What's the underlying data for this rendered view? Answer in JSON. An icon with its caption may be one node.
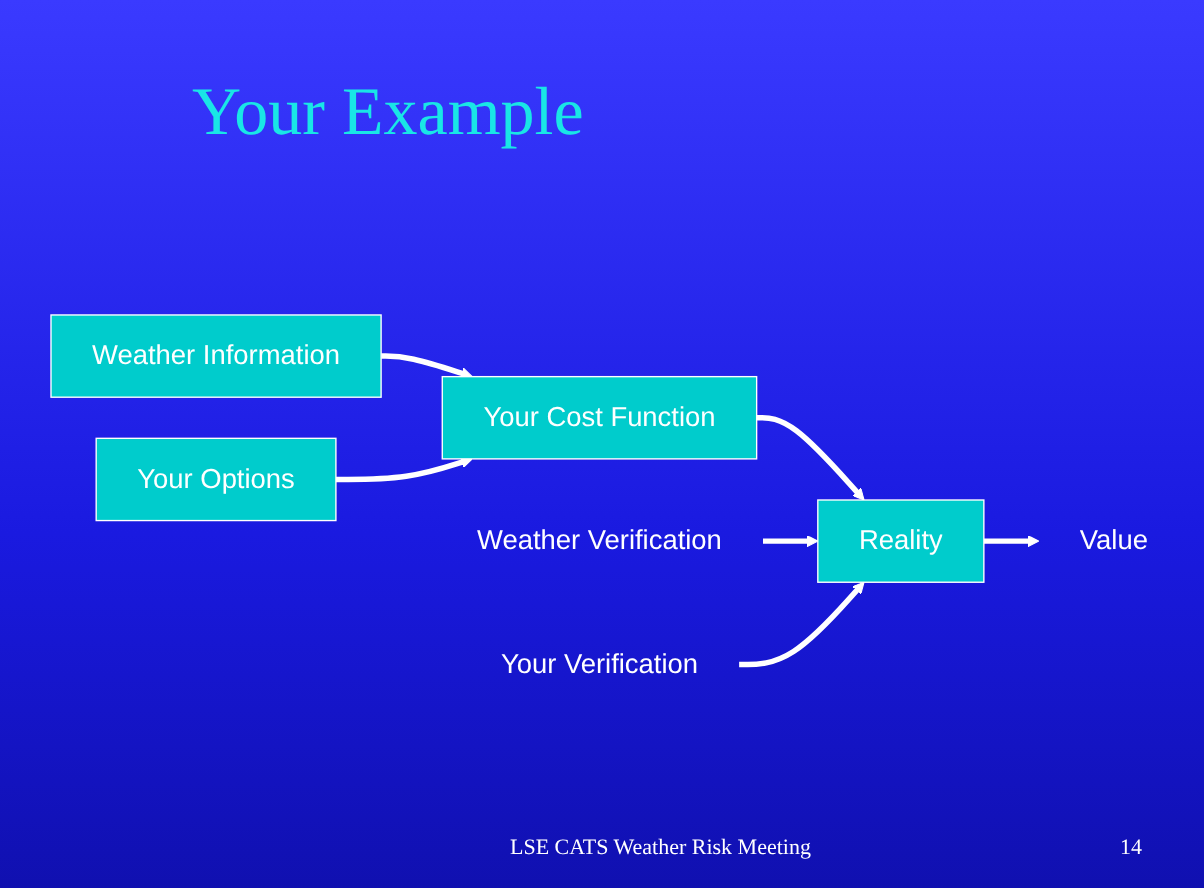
{
  "diagram": {
    "title": "Your Example",
    "nodes": [
      {
        "text": [
          "Weather Information"
        ]
      },
      {
        "text": [
          "Your Options"
        ]
      },
      {
        "text": [
          "Your Cost Function"
        ]
      },
      {
        "text": [
          "Reality"
        ]
      },
      {
        "text": [
          "Weather Verification"
        ]
      },
      {
        "text": [
          "Your Verification"
        ]
      },
      {
        "text": [
          "Value"
        ]
      }
    ],
    "edges": [
      {
        "from": 0,
        "to": 2,
        "arrow": "to"
      },
      {
        "from": 1,
        "to": 2,
        "arrow": "to"
      },
      {
        "from": 2,
        "to": 3,
        "arrow": "to"
      },
      {
        "from": 4,
        "to": 3,
        "arrow": "to"
      },
      {
        "from": 5,
        "to": 3,
        "arrow": "to"
      },
      {
        "from": 3,
        "to": 6,
        "arrow": "to"
      }
    ],
    "labels": [
      "LSE CATS Weather Risk Meeting",
      "14"
    ]
  }
}
